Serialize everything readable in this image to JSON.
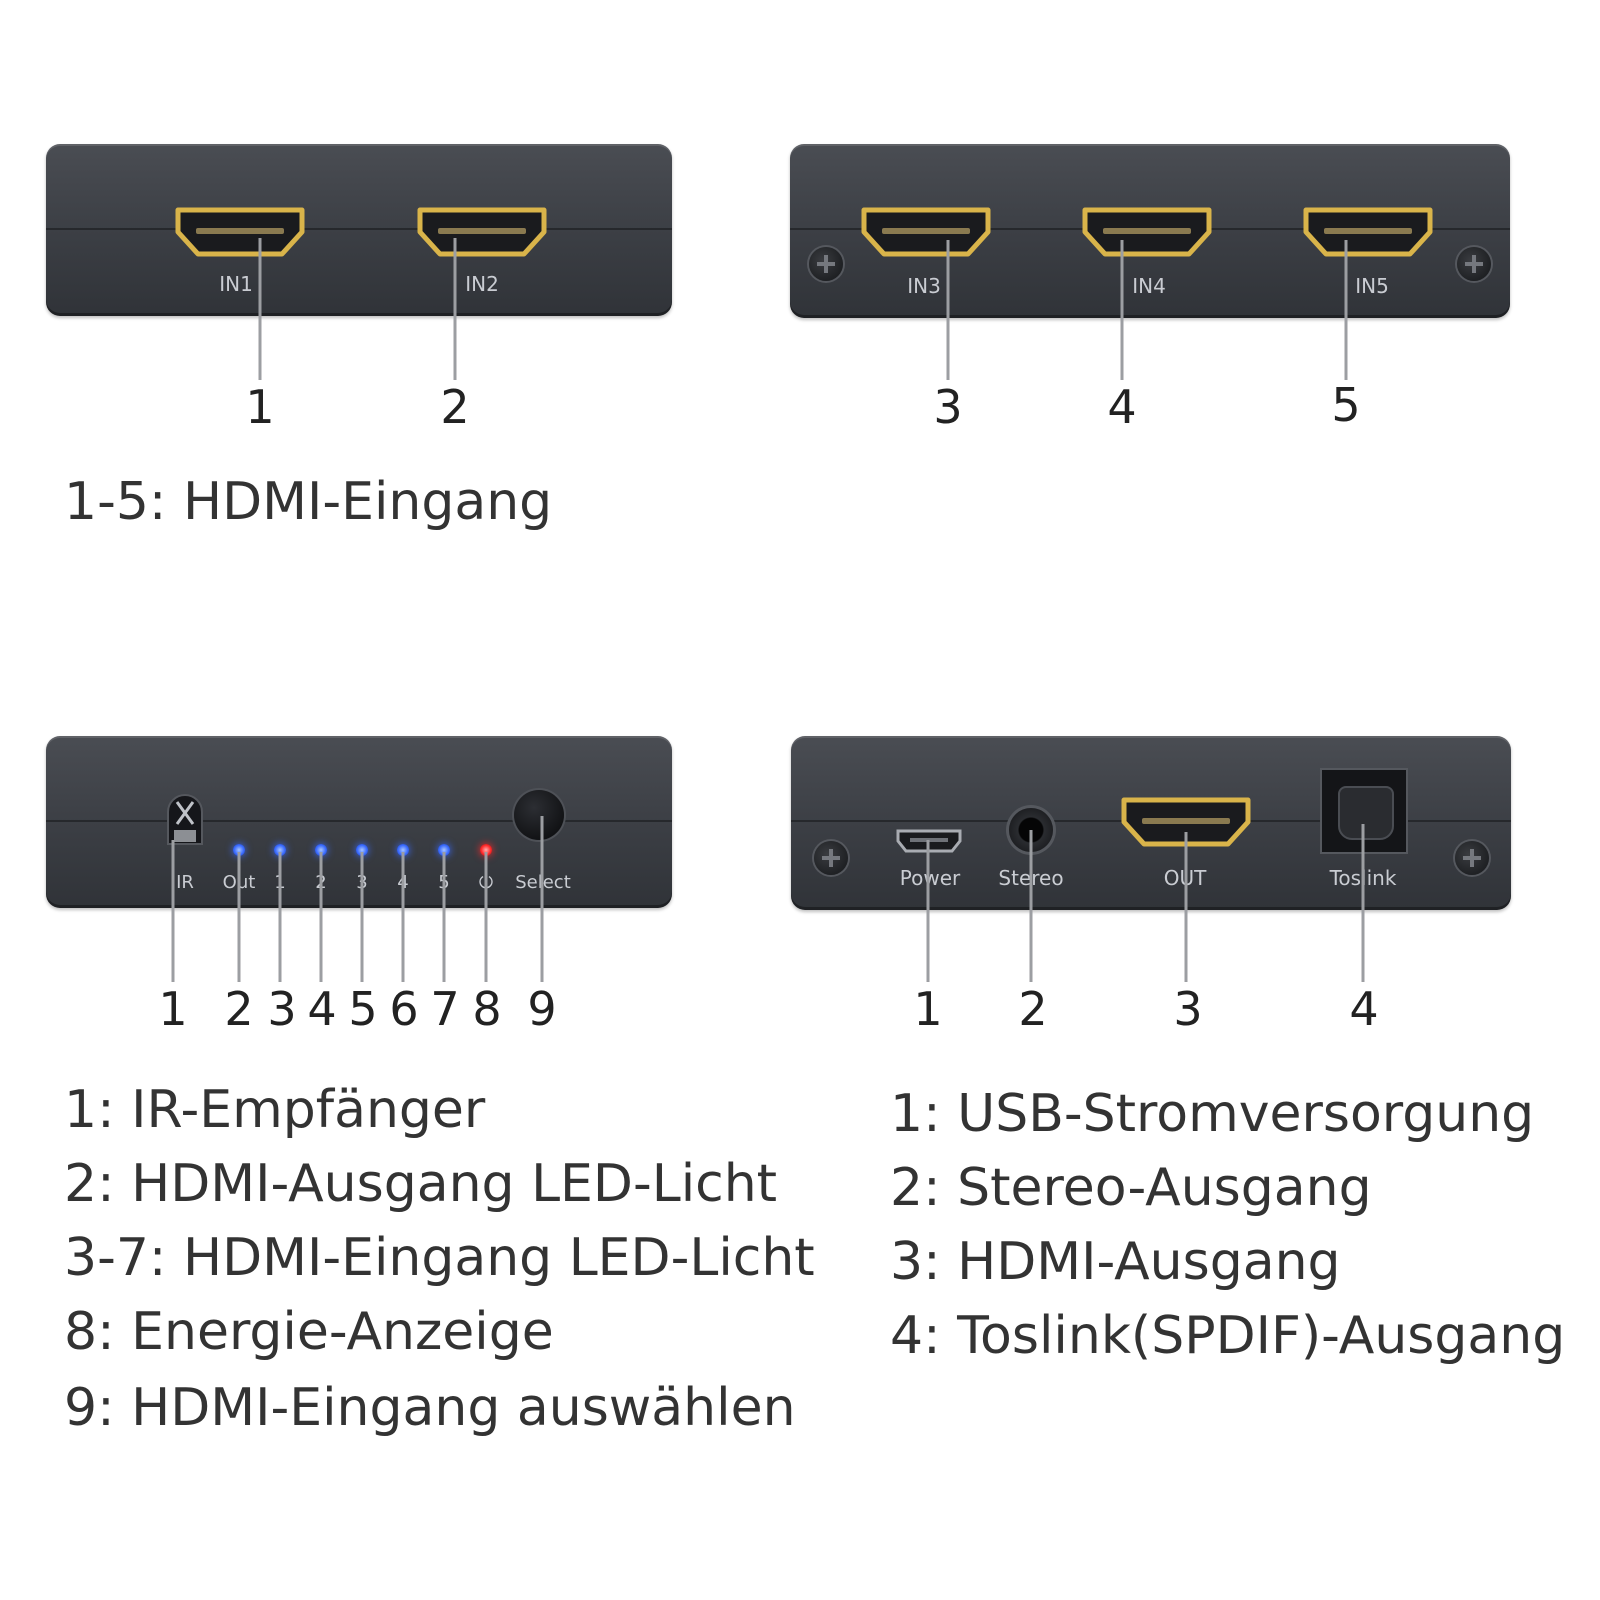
{
  "colors": {
    "panel": "#3c3f45",
    "hdmi_gold": "#d9b44a",
    "led_blue": "#3b6cff",
    "led_red": "#ff2a2a",
    "leader": "#9c9ea2"
  },
  "panel_top_left": {
    "ports": [
      {
        "label": "IN1",
        "number": "1"
      },
      {
        "label": "IN2",
        "number": "2"
      }
    ]
  },
  "panel_top_right": {
    "ports": [
      {
        "label": "IN3",
        "number": "3"
      },
      {
        "label": "IN4",
        "number": "4"
      },
      {
        "label": "IN5",
        "number": "5"
      }
    ]
  },
  "legend_top": "1-5: HDMI-Eingang",
  "panel_bottom_left": {
    "labels": {
      "ir": "IR",
      "out": "Out",
      "l1": "1",
      "l2": "2",
      "l3": "3",
      "l4": "4",
      "l5": "5",
      "power": "⏻",
      "select": "Select"
    },
    "numbers": [
      "1",
      "2",
      "3",
      "4",
      "5",
      "6",
      "7",
      "8",
      "9"
    ],
    "leds": [
      "blue",
      "blue",
      "blue",
      "blue",
      "blue",
      "blue",
      "red"
    ]
  },
  "panel_bottom_right": {
    "labels": {
      "power": "Power",
      "stereo": "Stereo",
      "out": "OUT",
      "toslink": "Toslink"
    },
    "numbers": [
      "1",
      "2",
      "3",
      "4"
    ]
  },
  "legend_bottom_left": [
    "1: IR-Empfänger",
    "2: HDMI-Ausgang LED-Licht",
    "3-7: HDMI-Eingang LED-Licht",
    "8: Energie-Anzeige",
    "9: HDMI-Eingang auswählen"
  ],
  "legend_bottom_right": [
    "1: USB-Stromversorgung",
    "2: Stereo-Ausgang",
    "3: HDMI-Ausgang",
    "4: Toslink(SPDIF)-Ausgang"
  ]
}
